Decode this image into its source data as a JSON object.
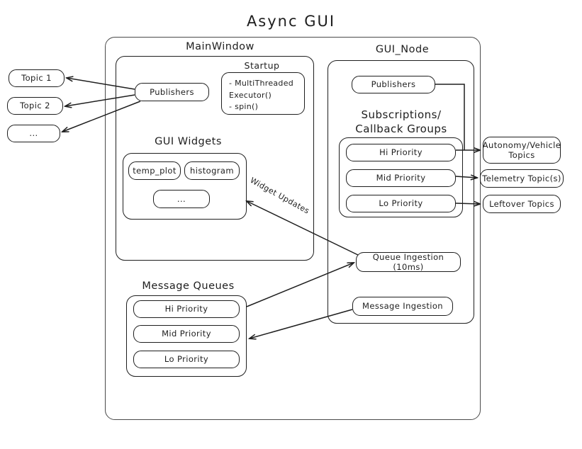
{
  "title": "Async  GUI",
  "external_topics_left": [
    {
      "label": "Topic 1"
    },
    {
      "label": "Topic 2"
    },
    {
      "label": "..."
    }
  ],
  "external_topics_right": [
    {
      "label": "Autonomy/Vehicle\nTopics"
    },
    {
      "label": "Telemetry Topic(s)"
    },
    {
      "label": "Leftover Topics"
    }
  ],
  "main_window": {
    "title": "MainWindow",
    "publishers_label": "Publishers",
    "startup": {
      "title": "Startup",
      "items": "-  MultiThreaded\n   Executor()\n-  spin()"
    },
    "gui_widgets": {
      "title": "GUI Widgets",
      "widgets": [
        {
          "label": "temp_plot"
        },
        {
          "label": "histogram"
        },
        {
          "label": "..."
        }
      ]
    },
    "message_queues": {
      "title": "Message Queues",
      "queues": [
        {
          "label": "Hi Priority"
        },
        {
          "label": "Mid Priority"
        },
        {
          "label": "Lo Priority"
        }
      ]
    }
  },
  "gui_node": {
    "title": "GUI_Node",
    "publishers_label": "Publishers",
    "subscriptions": {
      "title": "Subscriptions/\nCallback Groups",
      "groups": [
        {
          "label": "Hi Priority"
        },
        {
          "label": "Mid Priority"
        },
        {
          "label": "Lo Priority"
        }
      ]
    },
    "queue_ingestion_label": "Queue Ingestion (10ms)",
    "message_ingestion_label": "Message Ingestion"
  },
  "edges": {
    "widget_updates_label": "Widget Updates"
  },
  "colors": {
    "stroke": "#1e1e1e",
    "container_stroke": "#4a4a4a",
    "background": "#ffffff"
  }
}
